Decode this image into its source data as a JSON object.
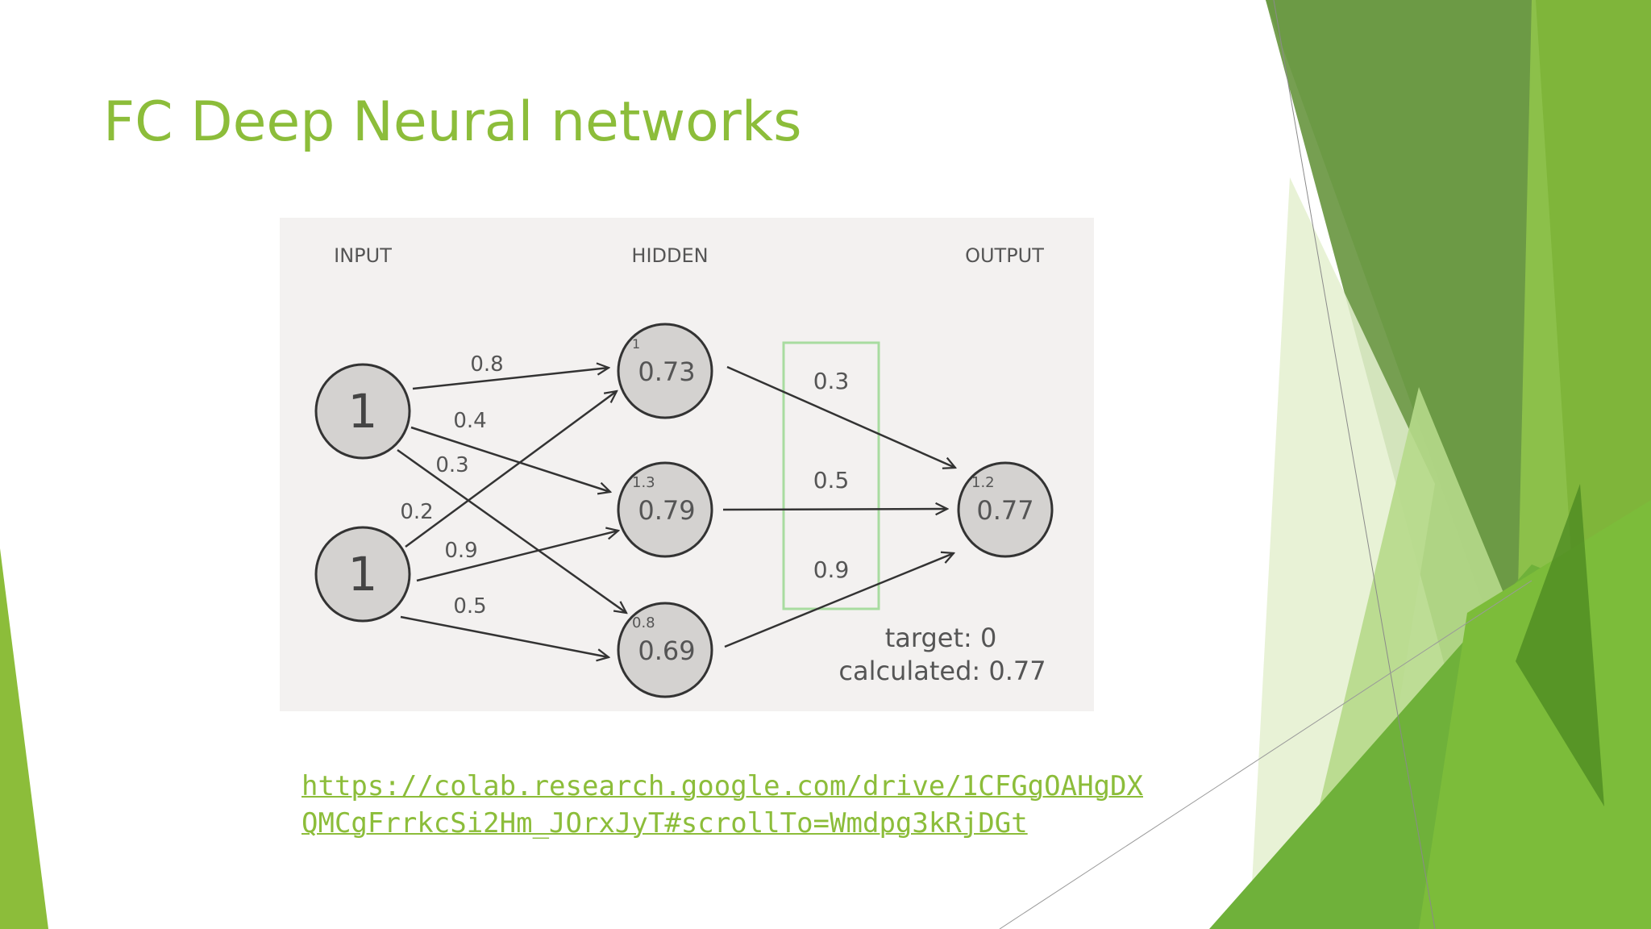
{
  "slide": {
    "title": "FC Deep Neural networks",
    "link_line1": "https://colab.research.google.com/drive/1CFGgOAHgDX",
    "link_line2": "QMCgFrrkcSi2Hm_JOrxJyT#scrollTo=Wmdpg3kRjDGt"
  },
  "colors": {
    "title": "#8cbd3a",
    "accent_dark": "#5e8f2a",
    "accent_light": "#a8d05a",
    "highlight_box": "#a8dca0"
  },
  "diagram": {
    "layer_labels": {
      "input": "INPUT",
      "hidden": "HIDDEN",
      "output": "OUTPUT"
    },
    "input_nodes": [
      {
        "value": "1"
      },
      {
        "value": "1"
      }
    ],
    "hidden_nodes": [
      {
        "value": "0.73",
        "sum": "1"
      },
      {
        "value": "0.79",
        "sum": "1.3"
      },
      {
        "value": "0.69",
        "sum": "0.8"
      }
    ],
    "output_node": {
      "value": "0.77",
      "sum": "1.2"
    },
    "input_hidden_weights": [
      "0.8",
      "0.4",
      "0.3",
      "0.2",
      "0.9",
      "0.5"
    ],
    "hidden_output_weights": [
      "0.3",
      "0.5",
      "0.9"
    ],
    "target_text": "target: 0",
    "calculated_text": "calculated: 0.77"
  }
}
